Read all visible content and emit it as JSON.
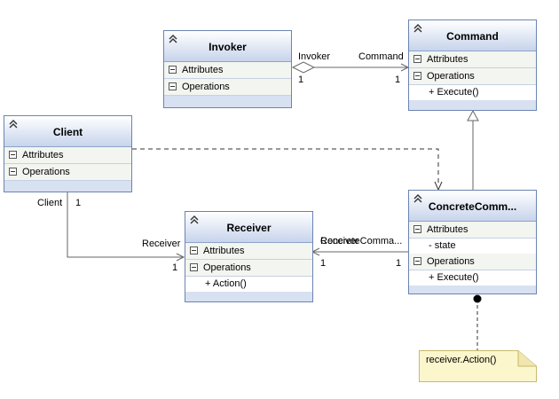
{
  "diagram": {
    "section_labels": {
      "attributes": "Attributes",
      "operations": "Operations"
    },
    "classes": {
      "invoker": {
        "name": "Invoker"
      },
      "command": {
        "name": "Command",
        "operations": [
          "+ Execute()"
        ]
      },
      "client": {
        "name": "Client"
      },
      "receiver": {
        "name": "Receiver",
        "operations": [
          "+ Action()"
        ]
      },
      "concrete": {
        "name": "ConcreteComm...",
        "attributes": [
          "- state"
        ],
        "operations": [
          "+ Execute()"
        ]
      }
    },
    "note": {
      "text": "receiver.Action()"
    },
    "associations": {
      "invoker_command": {
        "source_role": "Invoker",
        "source_mult": "1",
        "target_role": "Command",
        "target_mult": "1"
      },
      "client_receiver": {
        "source_role": "Client",
        "source_mult": "1",
        "target_role": "Receiver",
        "target_mult": "1"
      },
      "concrete_receiver": {
        "role_a": "Receiver",
        "role_b": "ConcreteComma...",
        "target_mult": "1",
        "source_mult": "1"
      }
    },
    "colors": {
      "header": "#c7d4ec",
      "border": "#6b84b0",
      "section": "#f3f5f0",
      "note": "#fbf6cc",
      "line": "#555555"
    }
  }
}
